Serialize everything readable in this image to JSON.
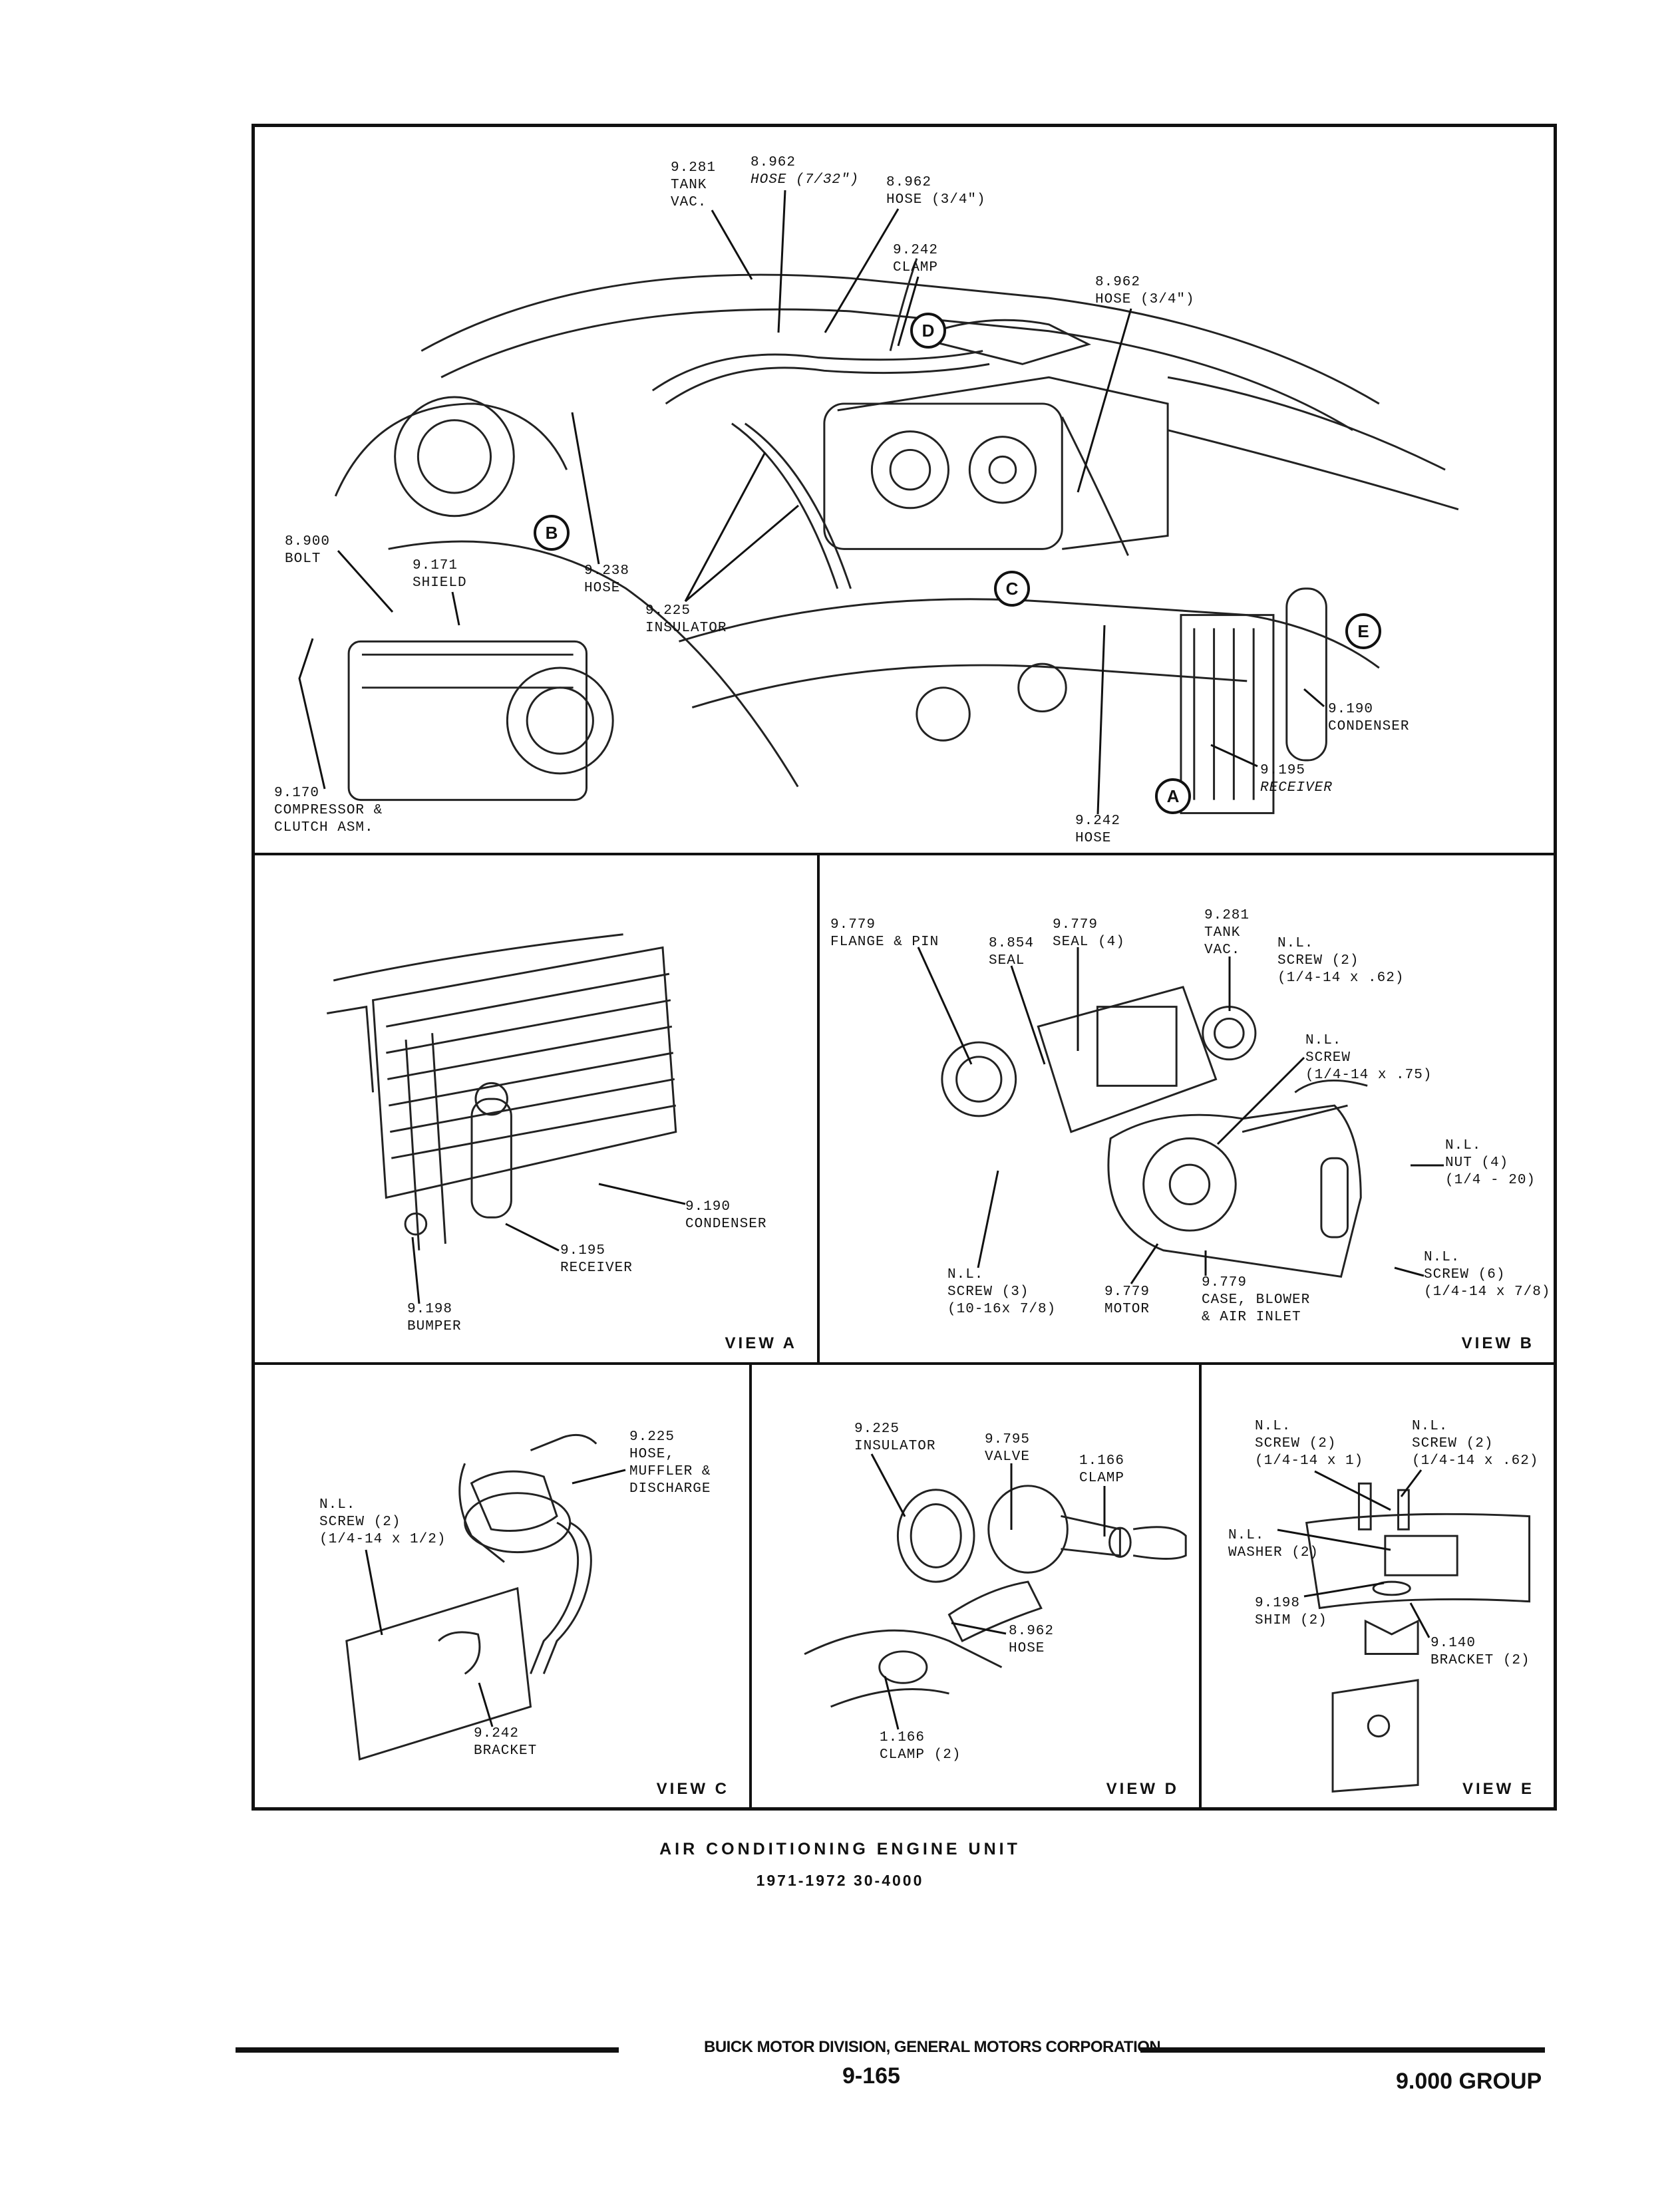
{
  "main_view": {
    "labels": [
      {
        "id": "tank-vac",
        "lines": [
          "9.281",
          "TANK",
          "VAC."
        ]
      },
      {
        "id": "hose-7-32",
        "lines": [
          "8.962",
          "HOSE (7/32\")"
        ]
      },
      {
        "id": "hose-3-4-a",
        "lines": [
          "8.962",
          "HOSE (3/4\")"
        ]
      },
      {
        "id": "clamp",
        "lines": [
          "9.242",
          "CLAMP"
        ]
      },
      {
        "id": "hose-3-4-b",
        "lines": [
          "8.962",
          "HOSE (3/4\")"
        ]
      },
      {
        "id": "bolt",
        "lines": [
          "8.900",
          "BOLT"
        ]
      },
      {
        "id": "shield",
        "lines": [
          "9.171",
          "SHIELD"
        ]
      },
      {
        "id": "hose-9238",
        "lines": [
          "9.238",
          "HOSE"
        ]
      },
      {
        "id": "insulator",
        "lines": [
          "9.225",
          "INSULATOR"
        ]
      },
      {
        "id": "condenser",
        "lines": [
          "9.190",
          "CONDENSER"
        ]
      },
      {
        "id": "receiver",
        "lines": [
          "9.195",
          "RECEIVER"
        ]
      },
      {
        "id": "compressor",
        "lines": [
          "9.170",
          "COMPRESSOR &",
          "CLUTCH ASM."
        ]
      },
      {
        "id": "hose-9242",
        "lines": [
          "9.242",
          "HOSE"
        ]
      }
    ],
    "badges": [
      "D",
      "B",
      "C",
      "E",
      "A"
    ]
  },
  "view_a": {
    "title": "VIEW A",
    "labels": [
      {
        "id": "condenser",
        "lines": [
          "9.190",
          "CONDENSER"
        ]
      },
      {
        "id": "receiver",
        "lines": [
          "9.195",
          "RECEIVER"
        ]
      },
      {
        "id": "bumper",
        "lines": [
          "9.198",
          "BUMPER"
        ]
      }
    ]
  },
  "view_b": {
    "title": "VIEW B",
    "labels": [
      {
        "id": "flange-pin",
        "lines": [
          "9.779",
          "FLANGE & PIN"
        ]
      },
      {
        "id": "seal-8854",
        "lines": [
          "8.854",
          "SEAL"
        ]
      },
      {
        "id": "seal-4",
        "lines": [
          "9.779",
          "SEAL (4)"
        ]
      },
      {
        "id": "tank-vac",
        "lines": [
          "9.281",
          "TANK",
          "VAC."
        ]
      },
      {
        "id": "screw-2",
        "lines": [
          "N.L.",
          "SCREW (2)",
          "(1/4-14 x .62)"
        ]
      },
      {
        "id": "screw-75",
        "lines": [
          "N.L.",
          "SCREW",
          "(1/4-14 x .75)"
        ]
      },
      {
        "id": "nut-4",
        "lines": [
          "N.L.",
          "NUT (4)",
          "(1/4 - 20)"
        ]
      },
      {
        "id": "screw-3",
        "lines": [
          "N.L.",
          "SCREW (3)",
          "(10-16x 7/8)"
        ]
      },
      {
        "id": "motor",
        "lines": [
          "9.779",
          "MOTOR"
        ]
      },
      {
        "id": "case",
        "lines": [
          "9.779",
          "CASE, BLOWER",
          "& AIR INLET"
        ]
      },
      {
        "id": "screw-6",
        "lines": [
          "N.L.",
          "SCREW (6)",
          "(1/4-14 x 7/8)"
        ]
      }
    ]
  },
  "view_c": {
    "title": "VIEW C",
    "labels": [
      {
        "id": "hose-muffler",
        "lines": [
          "9.225",
          "HOSE,",
          "MUFFLER &",
          "DISCHARGE"
        ]
      },
      {
        "id": "screw-2",
        "lines": [
          "N.L.",
          "SCREW (2)",
          "(1/4-14 x 1/2)"
        ]
      },
      {
        "id": "bracket",
        "lines": [
          "9.242",
          "BRACKET"
        ]
      }
    ]
  },
  "view_d": {
    "title": "VIEW D",
    "labels": [
      {
        "id": "insulator",
        "lines": [
          "9.225",
          "INSULATOR"
        ]
      },
      {
        "id": "valve",
        "lines": [
          "9.795",
          "VALVE"
        ]
      },
      {
        "id": "clamp",
        "lines": [
          "1.166",
          "CLAMP"
        ]
      },
      {
        "id": "hose",
        "lines": [
          "8.962",
          "HOSE"
        ]
      },
      {
        "id": "clamp-2",
        "lines": [
          "1.166",
          "CLAMP (2)"
        ]
      }
    ]
  },
  "view_e": {
    "title": "VIEW E",
    "labels": [
      {
        "id": "screw-1",
        "lines": [
          "N.L.",
          "SCREW (2)",
          "(1/4-14 x 1)"
        ]
      },
      {
        "id": "screw-62",
        "lines": [
          "N.L.",
          "SCREW (2)",
          "(1/4-14 x .62)"
        ]
      },
      {
        "id": "washer",
        "lines": [
          "N.L.",
          "WASHER (2)"
        ]
      },
      {
        "id": "shim",
        "lines": [
          "9.198",
          "SHIM (2)"
        ]
      },
      {
        "id": "bracket",
        "lines": [
          "9.140",
          "BRACKET (2)"
        ]
      }
    ]
  },
  "caption": {
    "title": "AIR CONDITIONING ENGINE UNIT",
    "subtitle": "1971-1972 30-4000"
  },
  "footer": {
    "division": "BUICK MOTOR DIVISION, GENERAL MOTORS CORPORATION",
    "page": "9-165",
    "group": "9.000 GROUP"
  }
}
